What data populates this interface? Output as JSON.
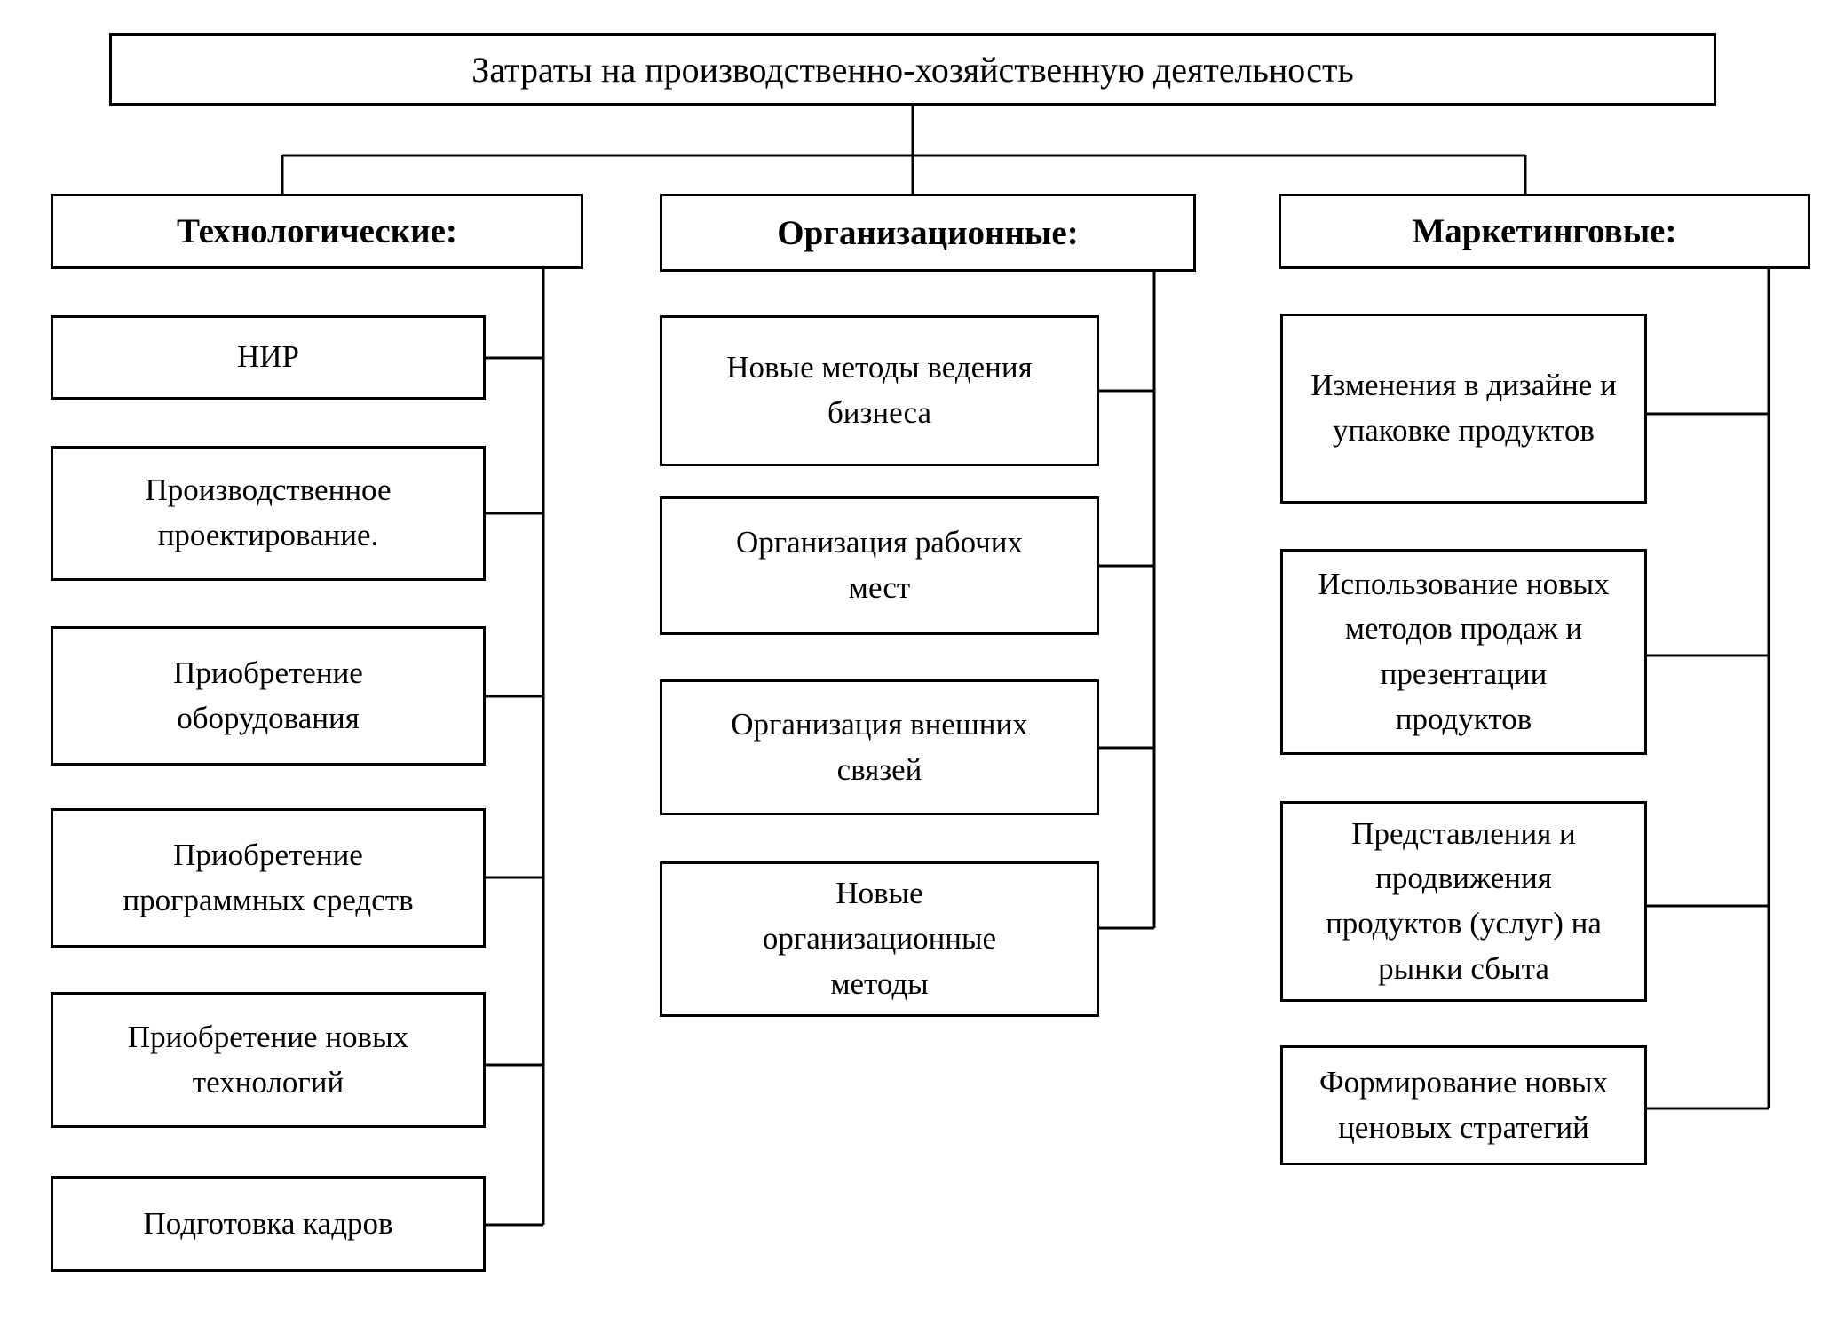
{
  "diagram": {
    "title": "Затраты на производственно-хозяйственную деятельность",
    "colors": {
      "background": "#ffffff",
      "box_fill": "#ffffff",
      "box_border": "#000000",
      "text": "#000000"
    },
    "columns": [
      {
        "header": "Технологические:",
        "items": [
          "НИР",
          "Производственное\nпроектирование.",
          "Приобретение\nоборудования",
          "Приобретение\nпрограммных средств",
          "Приобретение новых\nтехнологий",
          "Подготовка кадров"
        ]
      },
      {
        "header": "Организационные:",
        "items": [
          "Новые методы ведения\nбизнеса",
          "Организация рабочих\nмест",
          "Организация внешних\nсвязей",
          "Новые\nорганизационные\nметоды"
        ]
      },
      {
        "header": "Маркетинговые:",
        "items": [
          "Изменения в дизайне и\nупаковке продуктов",
          "Использование новых\nметодов продаж и\nпрезентации\nпродуктов",
          "Представления и\nпродвижения\nпродуктов (услуг) на\nрынки сбыта",
          "Формирование новых\nценовых стратегий"
        ]
      }
    ]
  }
}
